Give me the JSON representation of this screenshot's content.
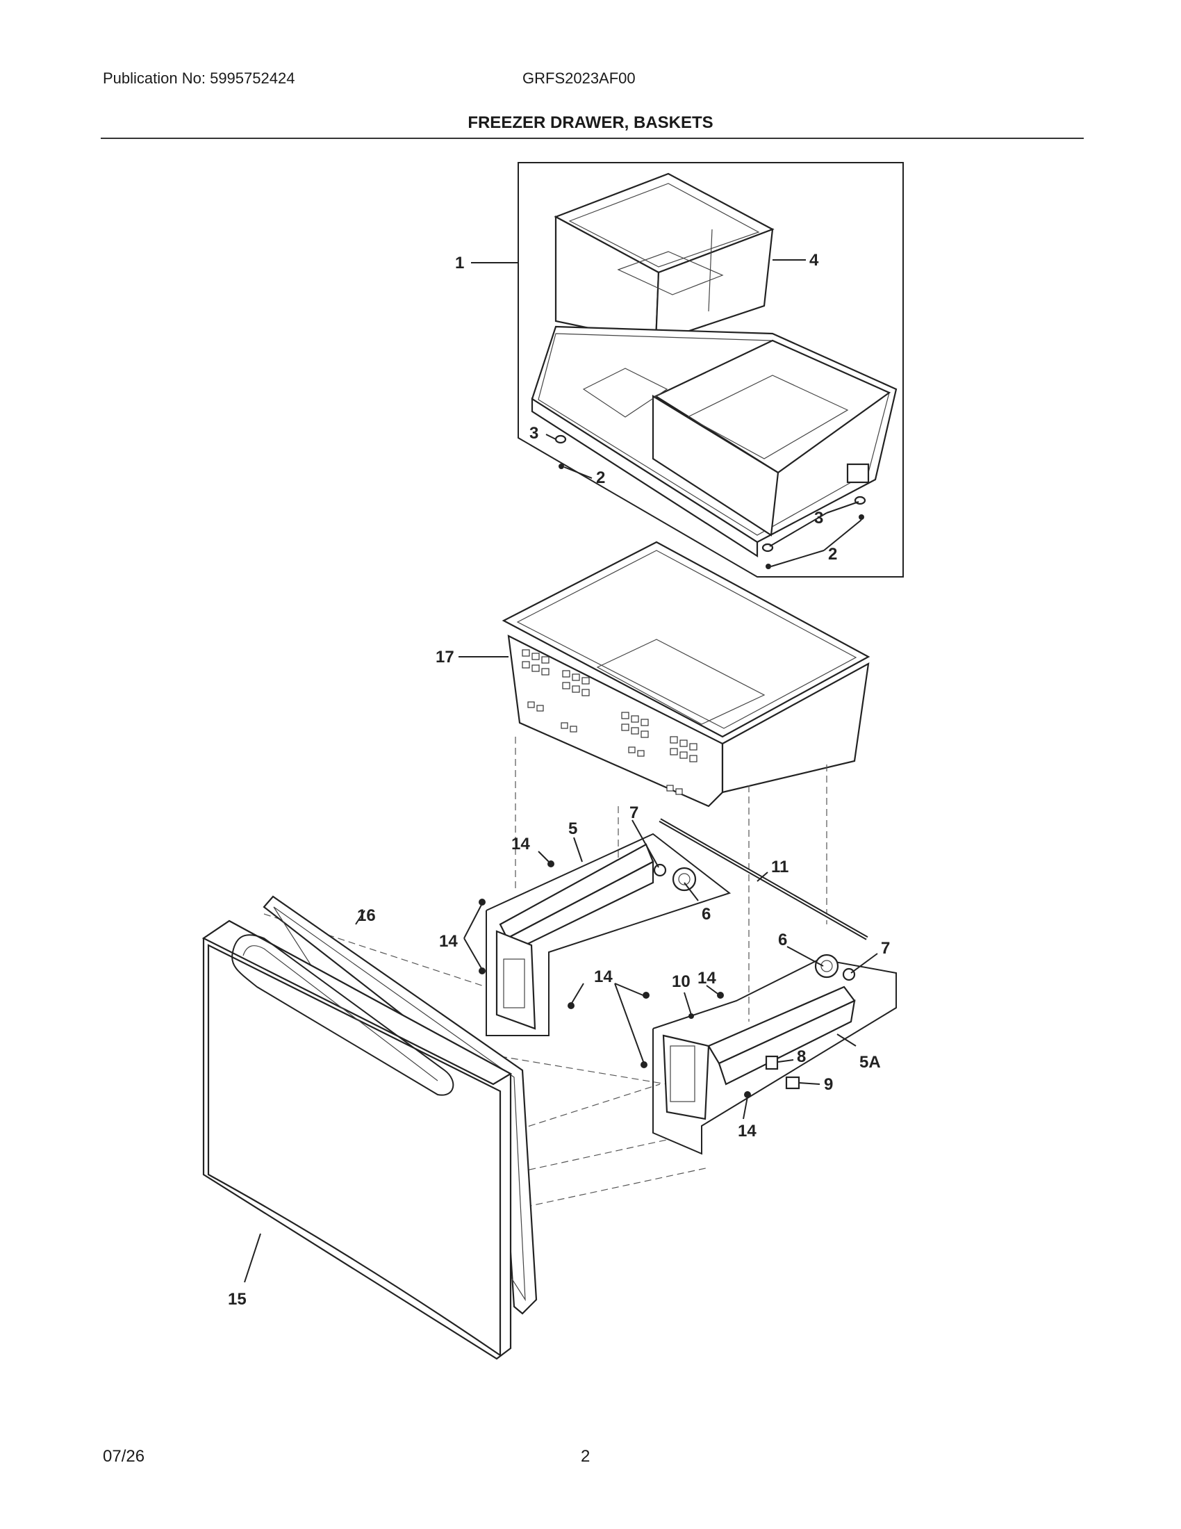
{
  "header": {
    "publication": "Publication No: 5995752424",
    "model": "GRFS2023AF00",
    "title": "FREEZER DRAWER, BASKETS"
  },
  "footer": {
    "date": "07/26",
    "page": "2"
  },
  "callouts": {
    "c1": "1",
    "c2a": "2",
    "c2b": "2",
    "c3a": "3",
    "c3b": "3",
    "c4": "4",
    "c5": "5",
    "c5a": "5A",
    "c6a": "6",
    "c6b": "6",
    "c7a": "7",
    "c7b": "7",
    "c8": "8",
    "c9": "9",
    "c10": "10",
    "c11": "11",
    "c14a": "14",
    "c14b": "14",
    "c14c": "14",
    "c14d": "14",
    "c14e": "14",
    "c15": "15",
    "c16": "16",
    "c17": "17"
  }
}
